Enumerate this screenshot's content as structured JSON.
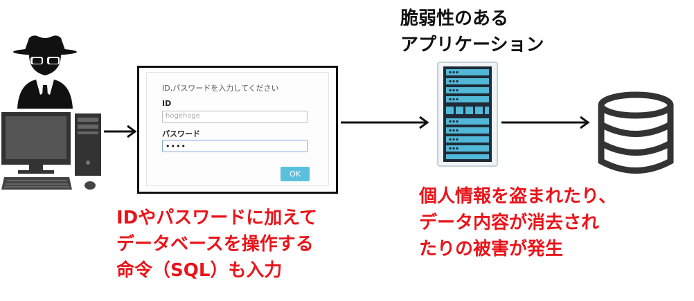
{
  "app": {
    "title_line1": "脆弱性のある",
    "title_line2": "アプリケーション"
  },
  "dialog": {
    "title": "ID,パスワードを入力してください",
    "id_label": "ID",
    "id_value": "hogehoge",
    "password_label": "パスワード",
    "password_value": "••••",
    "ok_button": "OK"
  },
  "note_left": {
    "line1": "IDやパスワードに加えて",
    "line2": "データベースを操作する",
    "line3": "命令（SQL）も入力"
  },
  "note_right": {
    "line1": "個人情報を盗まれたり、",
    "line2": "データ内容が消去され",
    "line3": "たりの被害が発生"
  },
  "colors": {
    "accent_red": "#e8141a",
    "button_blue": "#5bc0de",
    "server_blue": "#52b8d8"
  }
}
